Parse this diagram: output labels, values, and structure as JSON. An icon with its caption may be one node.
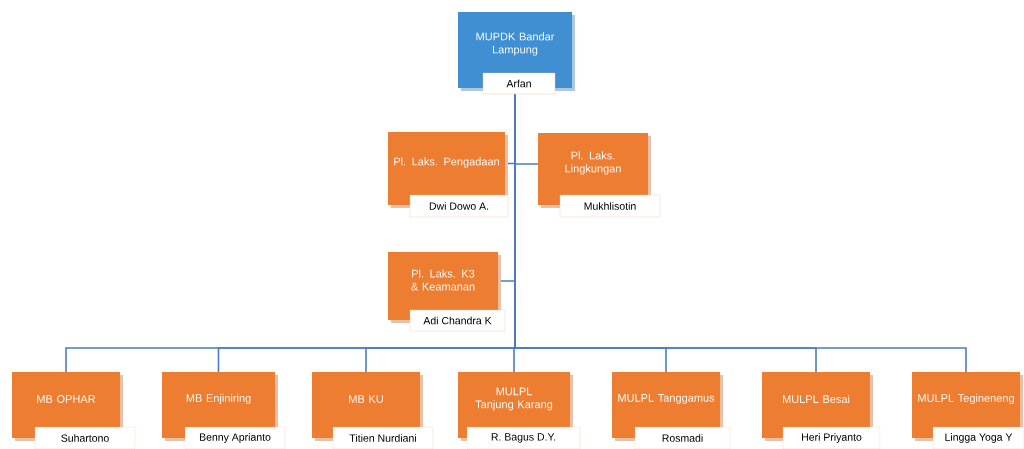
{
  "diagram": {
    "nodes": [
      {
        "text": [
          "MUPDK Bandar Lampung",
          "Arfan"
        ]
      },
      {
        "text": [
          "Pl. Laks. Pengadaan",
          "Dwi Dowo A."
        ]
      },
      {
        "text": [
          "Pl. Laks. Lingkungan",
          "Mukhlisotin"
        ]
      },
      {
        "text": [
          "Pl. Laks. K3 & Keamanan",
          "Adi Chandra K"
        ]
      },
      {
        "text": [
          "MB OPHAR",
          "Suhartono"
        ]
      },
      {
        "text": [
          "MB Enjiniring",
          "Benny Aprianto"
        ]
      },
      {
        "text": [
          "MB KU",
          "Titien Nurdiani"
        ]
      },
      {
        "text": [
          "MULPL Tanjung Karang",
          "R. Bagus D.Y."
        ]
      },
      {
        "text": [
          "MULPL Tanggamus",
          "Rosmadi"
        ]
      },
      {
        "text": [
          "MULPL Besai",
          "Heri Priyanto"
        ]
      },
      {
        "text": [
          "MULPL Tegineneng",
          "Lingga Yoga Y"
        ]
      }
    ],
    "edges": [
      {
        "from": 0,
        "to": 1,
        "arrow": "none"
      },
      {
        "from": 0,
        "to": 2,
        "arrow": "none"
      },
      {
        "from": 0,
        "to": 3,
        "arrow": "none"
      },
      {
        "from": 0,
        "to": 4,
        "arrow": "none"
      },
      {
        "from": 0,
        "to": 5,
        "arrow": "none"
      },
      {
        "from": 0,
        "to": 6,
        "arrow": "none"
      },
      {
        "from": 0,
        "to": 7,
        "arrow": "none"
      },
      {
        "from": 0,
        "to": 8,
        "arrow": "none"
      },
      {
        "from": 0,
        "to": 9,
        "arrow": "none"
      },
      {
        "from": 0,
        "to": 10,
        "arrow": "none"
      }
    ]
  }
}
